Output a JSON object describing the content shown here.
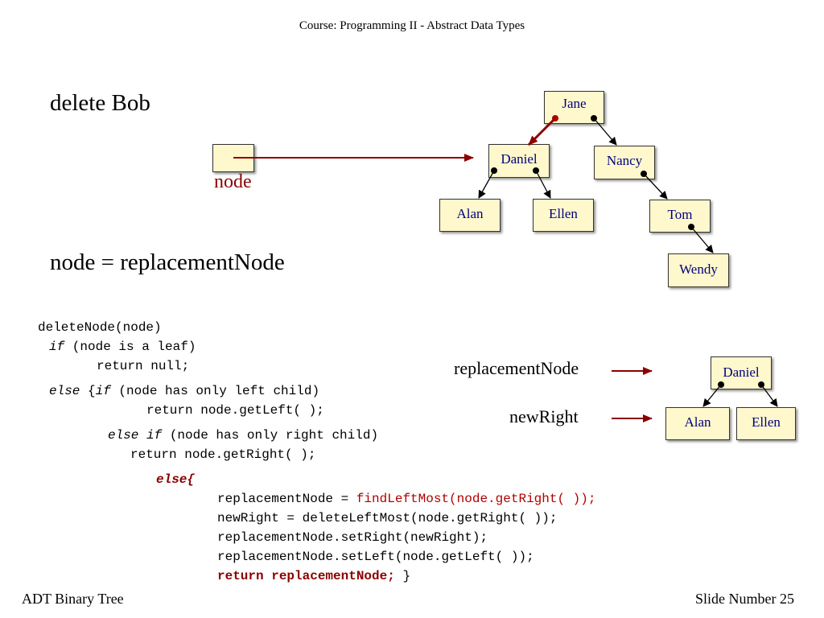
{
  "header": {
    "title": "Course: Programming II - Abstract Data Types"
  },
  "footer": {
    "left": "ADT Binary Tree",
    "right": "Slide Number 25"
  },
  "slide": {
    "heading": "delete Bob",
    "node_label": "node",
    "assignment": "node = replacementNode"
  },
  "tree": {
    "jane": "Jane",
    "daniel": "Daniel",
    "nancy": "Nancy",
    "alan": "Alan",
    "ellen": "Ellen",
    "tom": "Tom",
    "wendy": "Wendy"
  },
  "legend": {
    "replacement_label": "replacementNode",
    "newright_label": "newRight"
  },
  "subtree": {
    "daniel": "Daniel",
    "alan": "Alan",
    "ellen": "Ellen"
  },
  "code": {
    "l1": "deleteNode(node)",
    "l2_kw": "if",
    "l2_rest": " (node is a leaf)",
    "l3": "return null;",
    "l4_kw1": "else",
    "l4_mid": " {",
    "l4_kw2": "if",
    "l4_rest": " (node has only left child)",
    "l5": "return node.getLeft( );",
    "l6_kw1": "else",
    "l6_kw2": "if",
    "l6_rest": " (node has only right child)",
    "l7": "return node.getRight( );",
    "l8": "else{",
    "l9_a": "replacementNode = ",
    "l9_b": "findLeftMost(node.getRight( ));",
    "l10": "newRight = deleteLeftMost(node.getRight( ));",
    "l11": "replacementNode.setRight(newRight);",
    "l12": "replacementNode.setLeft(node.getLeft( ));",
    "l13_a": "return replacementNode;",
    "l13_b": " }"
  }
}
